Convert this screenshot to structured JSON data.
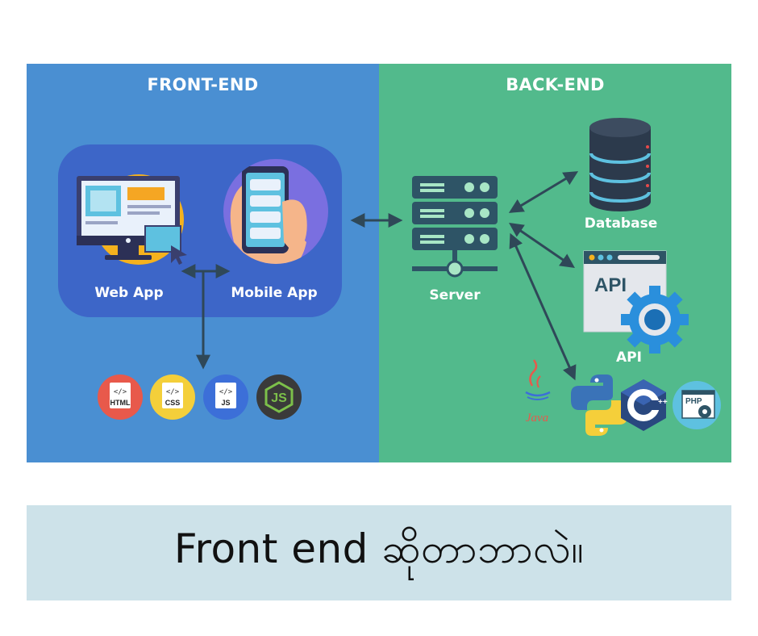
{
  "frontend": {
    "title": "FRONT-END",
    "web_app_label": "Web App",
    "mobile_app_label": "Mobile App",
    "techs": [
      {
        "label": "HTML",
        "icon": "html-icon",
        "color": "#e8594b"
      },
      {
        "label": "CSS",
        "icon": "css-icon",
        "color": "#f4cf3a"
      },
      {
        "label": "JS",
        "icon": "js-icon",
        "color": "#3c6fd8"
      },
      {
        "label": "JS",
        "icon": "nodejs-icon",
        "color": "#3a3a3a"
      }
    ]
  },
  "backend": {
    "title": "BACK-END",
    "server_label": "Server",
    "database_label": "Database",
    "api_label": "API",
    "api_window_text": "API",
    "languages": [
      {
        "label": "Java",
        "icon": "java-icon"
      },
      {
        "label": "",
        "icon": "python-icon"
      },
      {
        "label": "C++",
        "icon": "cplusplus-icon"
      },
      {
        "label": "PHP",
        "icon": "php-icon"
      }
    ]
  },
  "caption": "Front end ဆိုတာဘာလဲ။",
  "colors": {
    "frontend_bg": "#4a8fd2",
    "backend_bg": "#52ba8c",
    "caption_bg": "#cde2e9",
    "arrow": "#2f4858"
  }
}
